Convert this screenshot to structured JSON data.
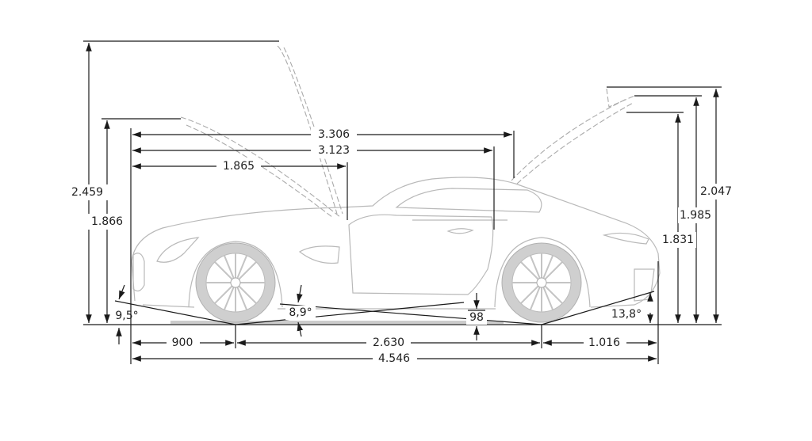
{
  "title": "Vehicle dimensions side view",
  "colors": {
    "lines": "#1a1a1a",
    "car_outline": "#b9b9b9",
    "tire": "#cfcfcf"
  },
  "dimensions": {
    "height_hood_open": "2.459",
    "height_front_edge": "1.866",
    "length_to_tailgate_hinge": "3.306",
    "length_to_b_pillar": "3.123",
    "length_to_a_pillar": "1.865",
    "height_tailgate_max": "2.047",
    "height_tailgate_mid": "1.985",
    "height_tailgate_edge": "1.831",
    "front_overhang": "900",
    "wheelbase": "2.630",
    "rear_overhang": "1.016",
    "overall_length": "4.546",
    "approach_angle": "9,5°",
    "ramp_angle": "8,9°",
    "ground_clearance": "98",
    "departure_angle": "13,8°"
  }
}
